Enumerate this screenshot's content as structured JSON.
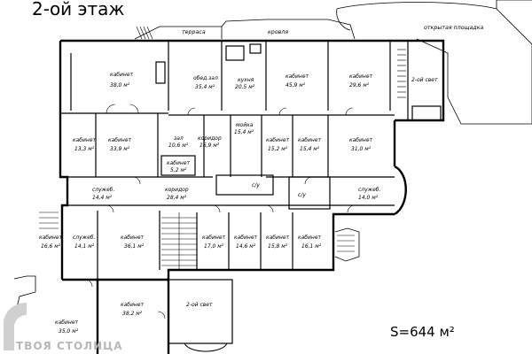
{
  "title": "2-ой этаж",
  "total_area": "S=644 м²",
  "watermark": "ТВОЯ СТОЛИЦА",
  "outdoor_labels": {
    "terrace": "терраса",
    "roof": "кровля",
    "open_platform": "открытая площадка"
  },
  "rooms": [
    {
      "id": "r1",
      "name": "кабинет",
      "area": "38,0 м²"
    },
    {
      "id": "r2",
      "name": "обед.зал",
      "area": "35,4 м²"
    },
    {
      "id": "r3",
      "name": "кухня",
      "area": "20,5 м²"
    },
    {
      "id": "r4",
      "name": "кабинет",
      "area": "45,9 м²"
    },
    {
      "id": "r5",
      "name": "кабинет",
      "area": "29,6 м²"
    },
    {
      "id": "r6",
      "name": "2-ой свет",
      "area": ""
    },
    {
      "id": "r7",
      "name": "кабинет",
      "area": "13,3 м²"
    },
    {
      "id": "r8",
      "name": "кабинет",
      "area": "33,9 м²"
    },
    {
      "id": "r9",
      "name": "зал",
      "area": "10,6 м²"
    },
    {
      "id": "r10",
      "name": "коридор",
      "area": "16,9 м²"
    },
    {
      "id": "r11",
      "name": "мойка",
      "area": "15,4 м²"
    },
    {
      "id": "r12",
      "name": "кабинет",
      "area": "15,2 м²"
    },
    {
      "id": "r13",
      "name": "кабинет",
      "area": "15,4 м²"
    },
    {
      "id": "r14",
      "name": "кабинет",
      "area": "31,0 м²"
    },
    {
      "id": "r15",
      "name": "кабинет",
      "area": "5,2 м²"
    },
    {
      "id": "r16",
      "name": "служеб.",
      "area": "14,4 м²"
    },
    {
      "id": "r17",
      "name": "коридор",
      "area": "28,4 м²"
    },
    {
      "id": "r18",
      "name": "с/у",
      "area": ""
    },
    {
      "id": "r19",
      "name": "с/у",
      "area": ""
    },
    {
      "id": "r20",
      "name": "служеб.",
      "area": "14,0 м²"
    },
    {
      "id": "r21",
      "name": "кабинет",
      "area": "16,6 м²"
    },
    {
      "id": "r22",
      "name": "служеб.",
      "area": "14,1 м²"
    },
    {
      "id": "r23",
      "name": "кабинет",
      "area": "36,1 м²"
    },
    {
      "id": "r24",
      "name": "кабинет",
      "area": "17,0 м²"
    },
    {
      "id": "r25",
      "name": "кабинет",
      "area": "14,6 м²"
    },
    {
      "id": "r26",
      "name": "кабинет",
      "area": "15,8 м²"
    },
    {
      "id": "r27",
      "name": "кабинет",
      "area": "16,1 м²"
    },
    {
      "id": "r28",
      "name": "кабинет",
      "area": "38,2 м²"
    },
    {
      "id": "r29",
      "name": "2-ой свет",
      "area": ""
    },
    {
      "id": "r30",
      "name": "кабинет",
      "area": "35,0 м²"
    }
  ]
}
